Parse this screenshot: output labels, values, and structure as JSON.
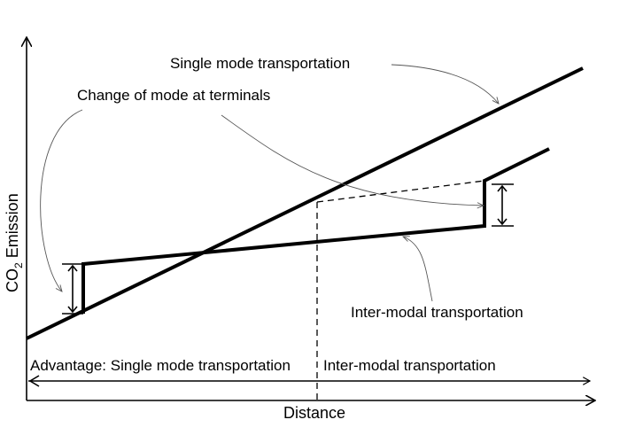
{
  "labels": {
    "single_mode": "Single mode transportation",
    "change_of_mode": "Change of mode at terminals",
    "inter_modal": "Inter-modal transportation",
    "advantage_single": "Advantage: Single mode transportation",
    "advantage_inter": "Inter-modal transportation"
  },
  "axes": {
    "x_label": "Distance",
    "y_label_prefix": "CO",
    "y_label_subscript": "2",
    "y_label_suffix": " Emission"
  }
}
